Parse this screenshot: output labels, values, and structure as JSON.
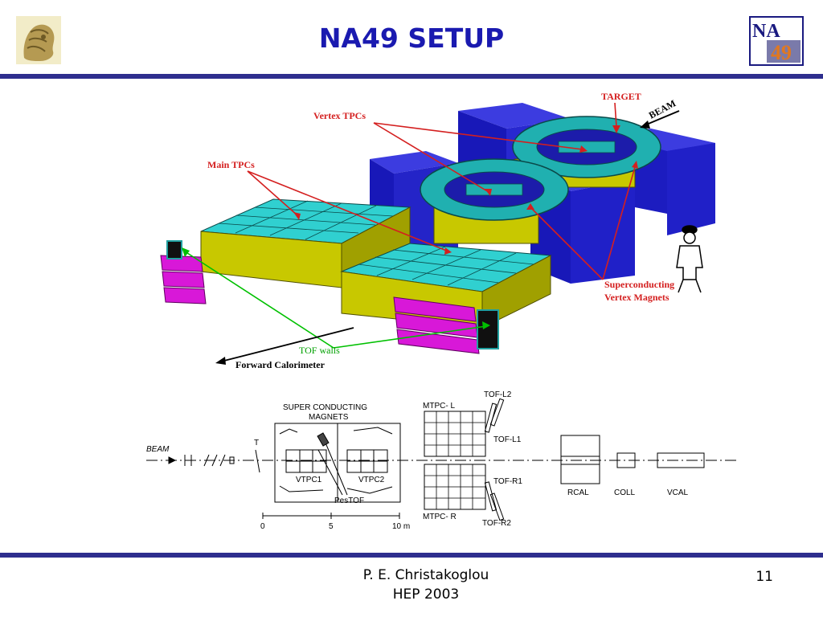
{
  "title": "NA49 SETUP",
  "footer": {
    "author": "P. E. Christakoglou",
    "conference": "HEP 2003",
    "slide_number": "11"
  },
  "logo": {
    "top": "NA",
    "bottom": "49"
  },
  "diagram3d": {
    "target": "TARGET",
    "beam": "BEAM",
    "vertex_tpcs": "Vertex TPCs",
    "main_tpcs": "Main TPCs",
    "magnets_line1": "Superconducting",
    "magnets_line2": "Vertex Magnets",
    "tof_walls": "TOF walls",
    "forward_calorimeter": "Forward Calorimeter"
  },
  "schematic": {
    "beam": "BEAM",
    "target": "T",
    "magnets_line1": "SUPER CONDUCTING",
    "magnets_line2": "MAGNETS",
    "vtpc1": "VTPC1",
    "vtpc2": "VTPC2",
    "pestof": "PesTOF",
    "mtpc_l": "MTPC- L",
    "mtpc_r": "MTPC- R",
    "tof_l2": "TOF-L2",
    "tof_l1": "TOF-L1",
    "tof_r1": "TOF-R1",
    "tof_r2": "TOF-R2",
    "rcal": "RCAL",
    "coll": "COLL",
    "vcal": "VCAL",
    "scale_0": "0",
    "scale_5": "5",
    "scale_10": "10 m"
  }
}
